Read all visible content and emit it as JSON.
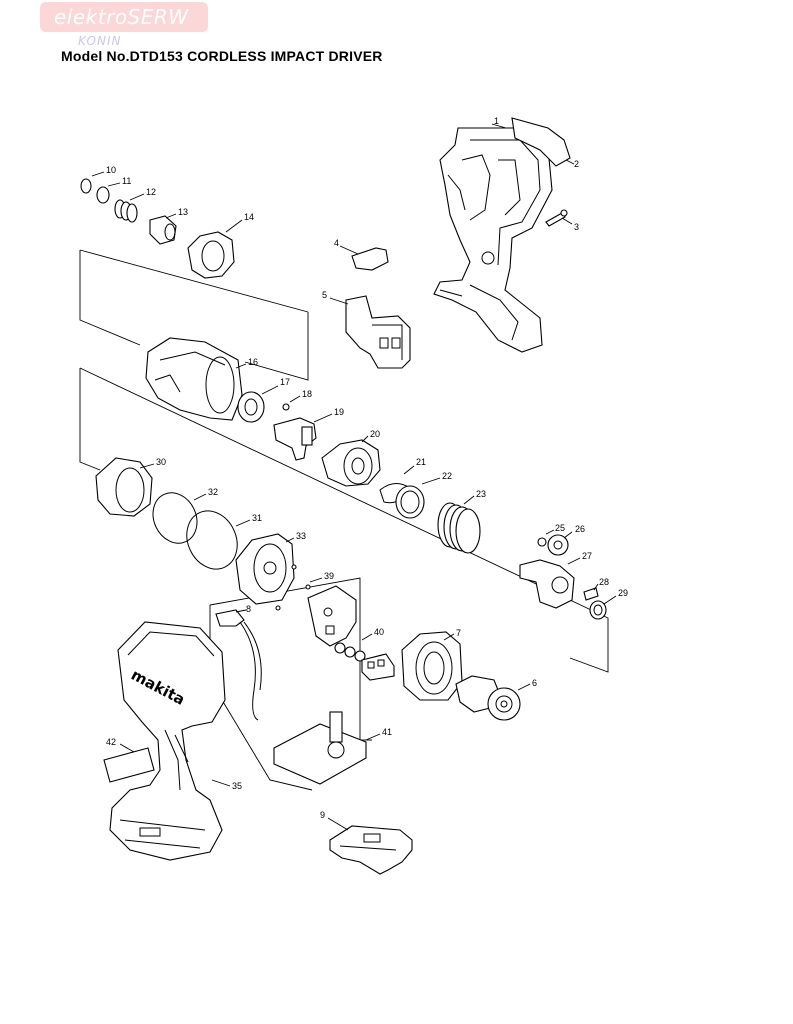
{
  "header": {
    "logo_text": "elektroSERW",
    "logo_subtext": "KONIN",
    "title": "Model No.DTD153 CORDLESS IMPACT DRIVER"
  },
  "diagram": {
    "brand_mark": "makita",
    "part_numbers": [
      "1",
      "2",
      "3",
      "4",
      "5",
      "6",
      "7",
      "8",
      "9",
      "10",
      "11",
      "12",
      "13",
      "14",
      "16",
      "17",
      "18",
      "19",
      "20",
      "21",
      "22",
      "23",
      "25",
      "26",
      "27",
      "28",
      "29",
      "30",
      "31",
      "32",
      "33",
      "35",
      "39",
      "40",
      "41",
      "42"
    ]
  },
  "colors": {
    "logo_bg": "#fbd7d7",
    "logo_sub": "#c9c7ee",
    "line": "#000000"
  }
}
